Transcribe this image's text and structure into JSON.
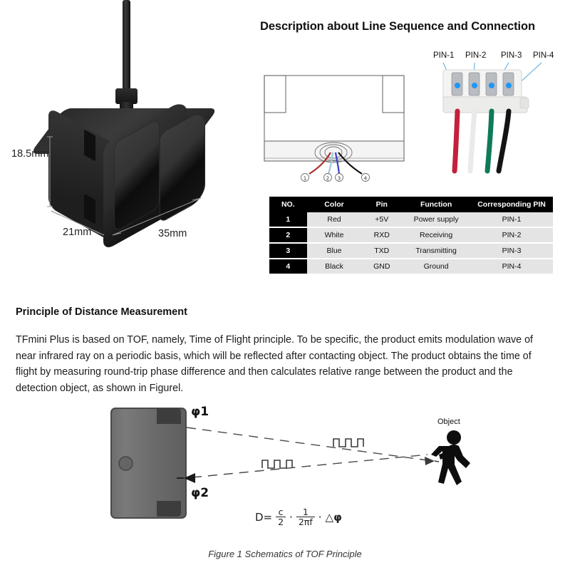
{
  "section": {
    "title": "Description about Line Sequence and Connection"
  },
  "product_photo": {
    "dim_height": "18.5mm",
    "dim_width": "21mm",
    "dim_depth": "35mm"
  },
  "connector": {
    "pin_labels": [
      "PIN-1",
      "PIN-2",
      "PIN-3",
      "PIN-4"
    ],
    "wire_colors": [
      "#c4203c",
      "#f2f2f2",
      "#0f7a5a",
      "#141414"
    ]
  },
  "line_drawing": {
    "callouts": [
      "①",
      "②",
      "③",
      "④"
    ],
    "wire_colors": [
      "#a83232",
      "#9ec8e0",
      "#3a41c4",
      "#111111"
    ]
  },
  "wiring_table": {
    "headers": [
      "NO.",
      "Color",
      "Pin",
      "Function",
      "Corresponding PIN"
    ],
    "rows": [
      {
        "no": "1",
        "color": "Red",
        "pin": "+5V",
        "function": "Power supply",
        "corresponding": "PIN-1"
      },
      {
        "no": "2",
        "color": "White",
        "pin": "RXD",
        "function": "Receiving",
        "corresponding": "PIN-2"
      },
      {
        "no": "3",
        "color": "Blue",
        "pin": "TXD",
        "function": "Transmitting",
        "corresponding": "PIN-3"
      },
      {
        "no": "4",
        "color": "Black",
        "pin": "GND",
        "function": "Ground",
        "corresponding": "PIN-4"
      }
    ]
  },
  "principle": {
    "heading": "Principle of Distance Measurement",
    "body": "TFmini Plus is based on TOF, namely, Time of Flight principle. To be specific, the product emits modulation wave of near infrared ray on a periodic basis, which will be reflected after contacting object. The product obtains the time of flight by measuring round-trip phase difference and then calculates relative range between the product and the detection object, as shown in Figurel."
  },
  "tof_schematic": {
    "phi_out": "φ1",
    "phi_in": "φ2",
    "object_label": "Object"
  },
  "formula": {
    "lhs": "D=",
    "frac1_num": "c",
    "frac1_den": "2",
    "dot1": "·",
    "frac2_num": "1",
    "frac2_den": "2πf",
    "dot2": "·",
    "delta_phi": "△φ"
  },
  "caption": {
    "text": "Figure 1 Schematics of TOF Principle"
  }
}
